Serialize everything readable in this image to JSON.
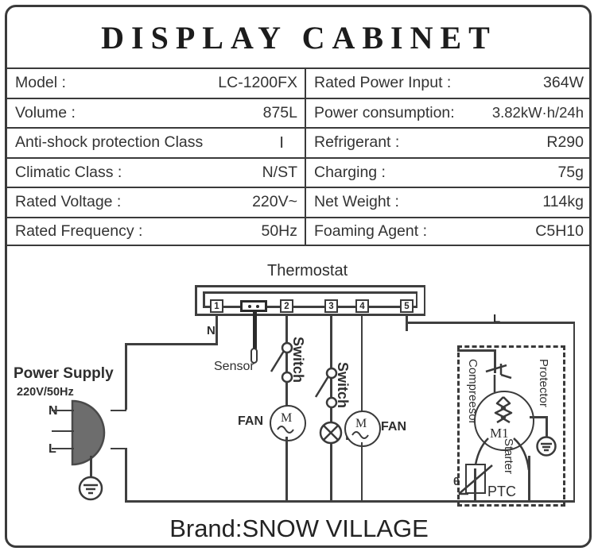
{
  "title": "DISPLAY CABINET",
  "brand_line": "Brand:SNOW VILLAGE",
  "spec_table": {
    "rows": [
      {
        "left_label": "Model :",
        "left_value": "LC-1200FX",
        "right_label": "Rated Power Input :",
        "right_value": "364W"
      },
      {
        "left_label": "Volume :",
        "left_value": "875L",
        "right_label": "Power consumption:",
        "right_value": "3.82kW·h/24h"
      },
      {
        "left_label": "Anti-shock protection Class",
        "left_value": "Ⅰ",
        "right_label": "Refrigerant :",
        "right_value": "R290"
      },
      {
        "left_label": "Climatic Class :",
        "left_value": "N/ST",
        "right_label": "Charging :",
        "right_value": "75g"
      },
      {
        "left_label": "Rated Voltage :",
        "left_value": "220V~",
        "right_label": "Net Weight :",
        "right_value": "114kg"
      },
      {
        "left_label": "Rated Frequency :",
        "left_value": "50Hz",
        "right_label": "Foaming Agent :",
        "right_value": "C5H10"
      }
    ]
  },
  "diagram": {
    "thermostat_title": "Thermostat",
    "terminals": [
      "1",
      "2",
      "3",
      "4",
      "5"
    ],
    "sensor_label": "Sensor",
    "neutral_label": "N",
    "live_label": "L",
    "power_supply_title": "Power Supply",
    "power_supply_rating": "220V/50Hz",
    "plug_neutral": "N",
    "plug_live": "L",
    "fan_left_label": "FAN",
    "fan_left_symbol": "M",
    "switch_one_label": "Switch",
    "switch_two_label": "Switch",
    "lamp_label": "lamp",
    "fan_right_label": "FAN",
    "fan_right_symbol": "M",
    "compressor_label": "Compreesor",
    "protector_label": "Protector",
    "starter_label": "Starter",
    "ptc_label": "PTC",
    "ptc_symbol": "θ",
    "motor_label": "M1"
  },
  "colors": {
    "ink": "#3a3a3a",
    "text": "#2b2b2b",
    "background": "#ffffff"
  }
}
